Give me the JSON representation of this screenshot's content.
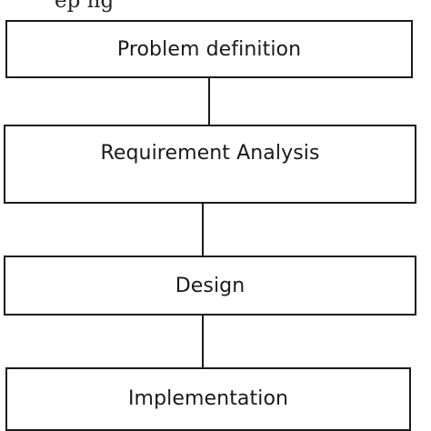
{
  "caption": "ep           ng",
  "steps": [
    {
      "label": "Problem definition"
    },
    {
      "label": "Requirement Analysis"
    },
    {
      "label": "Design"
    },
    {
      "label": "Implementation"
    }
  ]
}
